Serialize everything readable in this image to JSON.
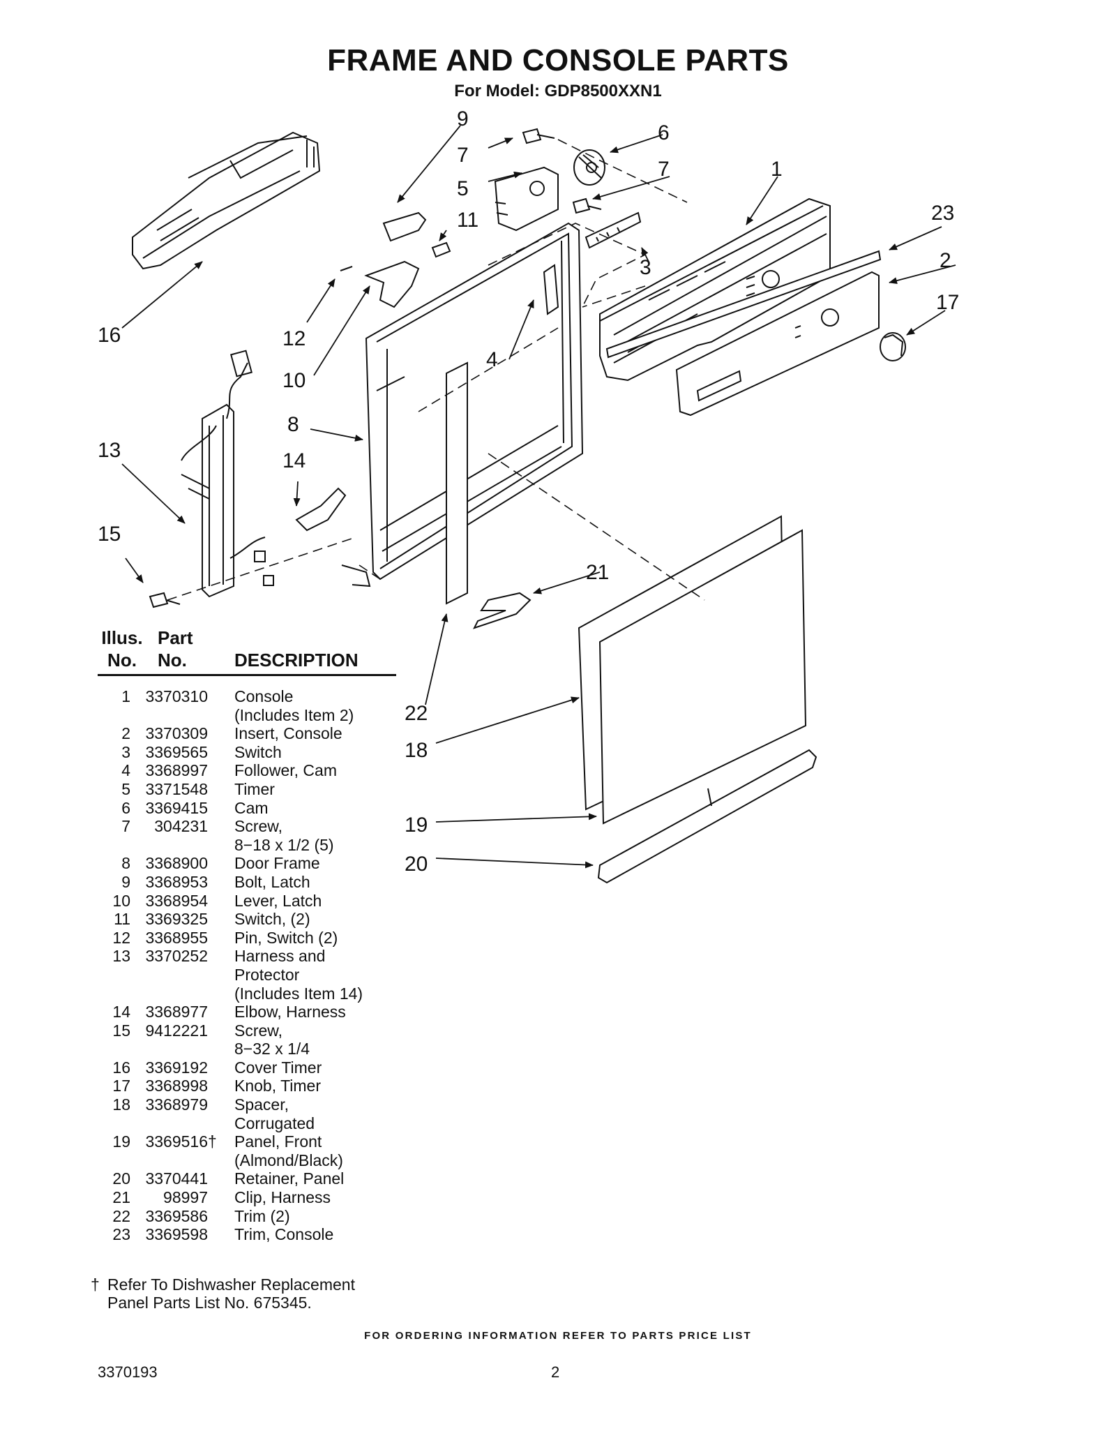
{
  "header": {
    "title": "FRAME AND CONSOLE PARTS",
    "subtitle": "For Model: GDP8500XXN1"
  },
  "callouts": [
    "9",
    "7",
    "6",
    "5",
    "7",
    "1",
    "23",
    "11",
    "3",
    "2",
    "17",
    "16",
    "12",
    "4",
    "10",
    "8",
    "13",
    "14",
    "15",
    "21",
    "22",
    "18",
    "19",
    "20"
  ],
  "table": {
    "col_illus": "Illus.\nNo.",
    "col_illus_1": "Illus.",
    "col_illus_2": "No.",
    "col_part_1": "Part",
    "col_part_2": "No.",
    "col_desc": "DESCRIPTION",
    "rows": [
      {
        "no": "1",
        "part": "3370310",
        "mark": "",
        "desc": "Console\n(Includes Item 2)"
      },
      {
        "no": "2",
        "part": "3370309",
        "mark": "",
        "desc": "Insert, Console"
      },
      {
        "no": "3",
        "part": "3369565",
        "mark": "",
        "desc": "Switch"
      },
      {
        "no": "4",
        "part": "3368997",
        "mark": "",
        "desc": "Follower, Cam"
      },
      {
        "no": "5",
        "part": "3371548",
        "mark": "",
        "desc": "Timer"
      },
      {
        "no": "6",
        "part": "3369415",
        "mark": "",
        "desc": "Cam"
      },
      {
        "no": "7",
        "part": "304231",
        "mark": "",
        "desc": "Screw,\n8−18 x 1/2 (5)"
      },
      {
        "no": "8",
        "part": "3368900",
        "mark": "",
        "desc": "Door Frame"
      },
      {
        "no": "9",
        "part": "3368953",
        "mark": "",
        "desc": "Bolt, Latch"
      },
      {
        "no": "10",
        "part": "3368954",
        "mark": "",
        "desc": "Lever, Latch"
      },
      {
        "no": "11",
        "part": "3369325",
        "mark": "",
        "desc": "Switch, (2)"
      },
      {
        "no": "12",
        "part": "3368955",
        "mark": "",
        "desc": "Pin, Switch (2)"
      },
      {
        "no": "13",
        "part": "3370252",
        "mark": "",
        "desc": "Harness and\nProtector\n(Includes Item 14)"
      },
      {
        "no": "14",
        "part": "3368977",
        "mark": "",
        "desc": "Elbow, Harness"
      },
      {
        "no": "15",
        "part": "9412221",
        "mark": "",
        "desc": "Screw,\n8−32 x 1/4"
      },
      {
        "no": "16",
        "part": "3369192",
        "mark": "",
        "desc": "Cover Timer"
      },
      {
        "no": "17",
        "part": "3368998",
        "mark": "",
        "desc": "Knob, Timer"
      },
      {
        "no": "18",
        "part": "3368979",
        "mark": "",
        "desc": "Spacer,\nCorrugated"
      },
      {
        "no": "19",
        "part": "3369516",
        "mark": "†",
        "desc": "Panel, Front\n(Almond/Black)"
      },
      {
        "no": "20",
        "part": "3370441",
        "mark": "",
        "desc": "Retainer, Panel"
      },
      {
        "no": "21",
        "part": "98997",
        "mark": "",
        "desc": "Clip, Harness"
      },
      {
        "no": "22",
        "part": "3369586",
        "mark": "",
        "desc": "Trim (2)"
      },
      {
        "no": "23",
        "part": "3369598",
        "mark": "",
        "desc": "Trim, Console"
      }
    ]
  },
  "footnote": {
    "mark": "†",
    "text": "Refer To Dishwasher Replacement\nPanel Parts List No. 675345."
  },
  "footer": {
    "ordering": "FOR ORDERING INFORMATION REFER TO PARTS PRICE LIST",
    "doc_number": "3370193",
    "page_number": "2"
  }
}
